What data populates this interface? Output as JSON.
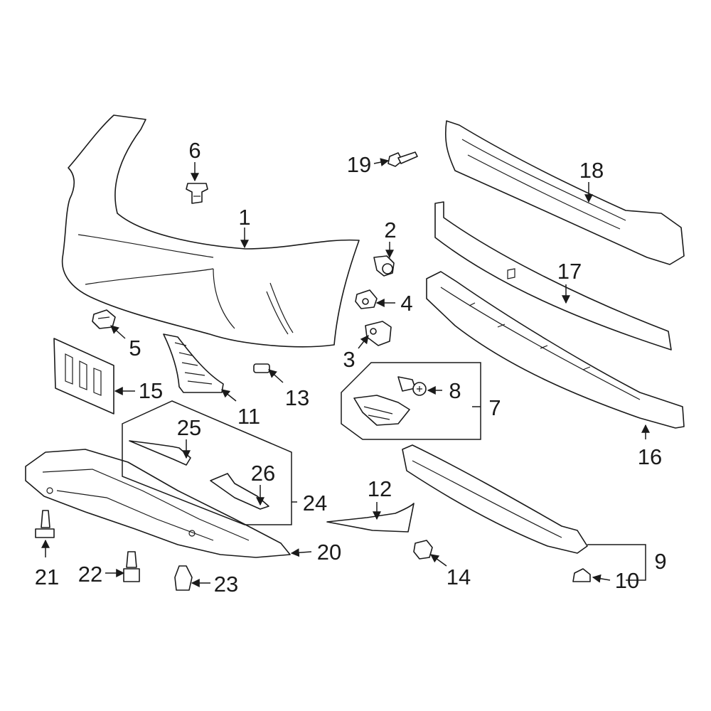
{
  "highlight_color": "#3a5bc9",
  "callouts": [
    {
      "id": "c1",
      "label": "1"
    },
    {
      "id": "c2",
      "label": "2"
    },
    {
      "id": "c3",
      "label": "3"
    },
    {
      "id": "c4",
      "label": "4"
    },
    {
      "id": "c5",
      "label": "5"
    },
    {
      "id": "c6",
      "label": "6"
    },
    {
      "id": "c7",
      "label": "7"
    },
    {
      "id": "c8",
      "label": "8"
    },
    {
      "id": "c9",
      "label": "9"
    },
    {
      "id": "c10",
      "label": "10"
    },
    {
      "id": "c11",
      "label": "11"
    },
    {
      "id": "c12",
      "label": "12"
    },
    {
      "id": "c13",
      "label": "13"
    },
    {
      "id": "c14",
      "label": "14"
    },
    {
      "id": "c15",
      "label": "15"
    },
    {
      "id": "c16",
      "label": "16"
    },
    {
      "id": "c17",
      "label": "17"
    },
    {
      "id": "c18",
      "label": "18"
    },
    {
      "id": "c19",
      "label": "19"
    },
    {
      "id": "c20",
      "label": "20"
    },
    {
      "id": "c21",
      "label": "21"
    },
    {
      "id": "c22",
      "label": "22"
    },
    {
      "id": "c23",
      "label": "23"
    },
    {
      "id": "c24",
      "label": "24"
    },
    {
      "id": "c25",
      "label": "25"
    },
    {
      "id": "c26",
      "label": "26"
    }
  ]
}
